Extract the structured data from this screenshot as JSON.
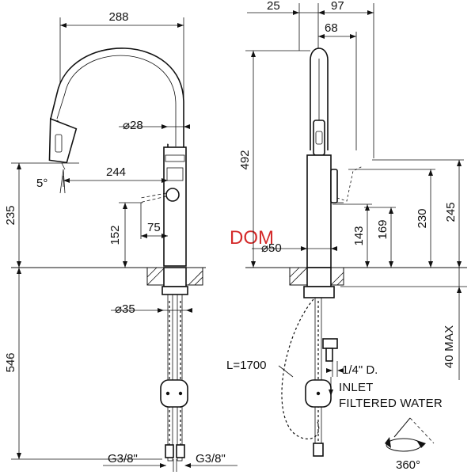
{
  "brand": {
    "logo_text": "DOM",
    "logo_color": "#d42a2a"
  },
  "front_view": {
    "width_top": "288",
    "spout_diameter": "⌀28",
    "spray_angle": "5°",
    "reach": "244",
    "height_outlet": "235",
    "lever_height": "152",
    "lever_offset": "75",
    "body_diameter": "⌀35",
    "below_deck": "546",
    "connection_left": "G3/8\"",
    "connection_right": "G3/8\""
  },
  "side_view": {
    "top_offset": "25",
    "top_width": "97",
    "top_inner": "68",
    "total_height": "492",
    "base_diameter": "⌀50",
    "lever_height_1": "143",
    "lever_height_2": "169",
    "height_3": "230",
    "height_4": "245",
    "deck_max": "40 MAX",
    "hose_length": "L=1700",
    "inlet_size": "1/4\" D.",
    "inlet_label": "INLET",
    "filtered_label": "FILTERED WATER",
    "rotation": "360°"
  }
}
